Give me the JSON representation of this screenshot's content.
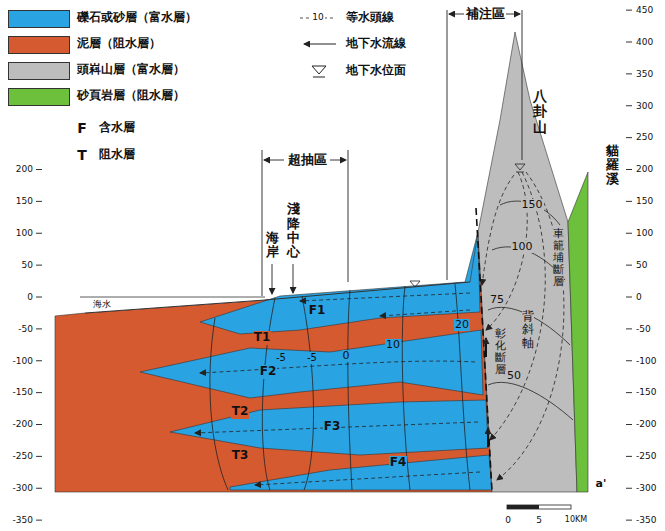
{
  "diagram": {
    "labels": [
      "補注區",
      "八卦山",
      "貓羅溪",
      "超抽區",
      "淺降中心",
      "海岸",
      "海水",
      "F1",
      "F2",
      "F3",
      "F4",
      "T1",
      "T2",
      "T3",
      "150",
      "100",
      "75",
      "50",
      "20",
      "10",
      "0",
      "-5",
      "-5",
      "彰化斷層",
      "背斜軸",
      "車籠埔斷層",
      "a'",
      "0",
      "5",
      "10KM",
      "F",
      "T",
      "10",
      "200",
      "150",
      "100",
      "50",
      "0",
      "-50",
      "-100",
      "-150",
      "-200",
      "-250",
      "-300",
      "-350",
      "450",
      "400",
      "350",
      "300",
      "250",
      "200",
      "150",
      "100",
      "50",
      "0",
      "-50",
      "-100",
      "-150",
      "-200",
      "-250",
      "-300",
      "-350"
    ],
    "legend": [
      {
        "text": "礫石或砂層（富水層）",
        "color": "#2aa3e2"
      },
      {
        "text": "泥層（阻水層）",
        "color": "#d65a30"
      },
      {
        "text": "頭嵙山層（富水層）",
        "color": "#bdbdbd"
      },
      {
        "text": "砂頁岩層（阻水層）",
        "color": "#6cc03c"
      },
      {
        "text": "等水頭線"
      },
      {
        "text": "地下水流線"
      },
      {
        "text": "地下水位面"
      },
      {
        "text": "含水層"
      },
      {
        "text": "阻水層"
      }
    ]
  }
}
